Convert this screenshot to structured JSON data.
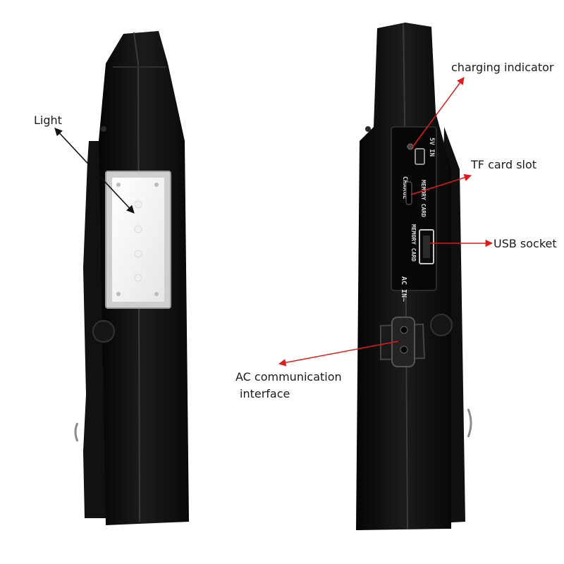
{
  "labels": {
    "light": "Light",
    "charging_indicator": "charging indicator",
    "tf_card_slot": "TF card slot",
    "usb_socket": "USB socket",
    "ac_line1": "AC communication",
    "ac_line2": "interface"
  },
  "device_markings": {
    "charge": "CHARGE",
    "five_v_in": "5V IN",
    "memory_card": "MEMORY CARD",
    "ac_in": "AC IN~"
  },
  "colors": {
    "body": "#0d0d0d",
    "body_edge": "#2b2b2b",
    "light_arrow": "#111111",
    "red_arrow": "#e01b1b",
    "lamp_frame": "#d9d9d9"
  }
}
